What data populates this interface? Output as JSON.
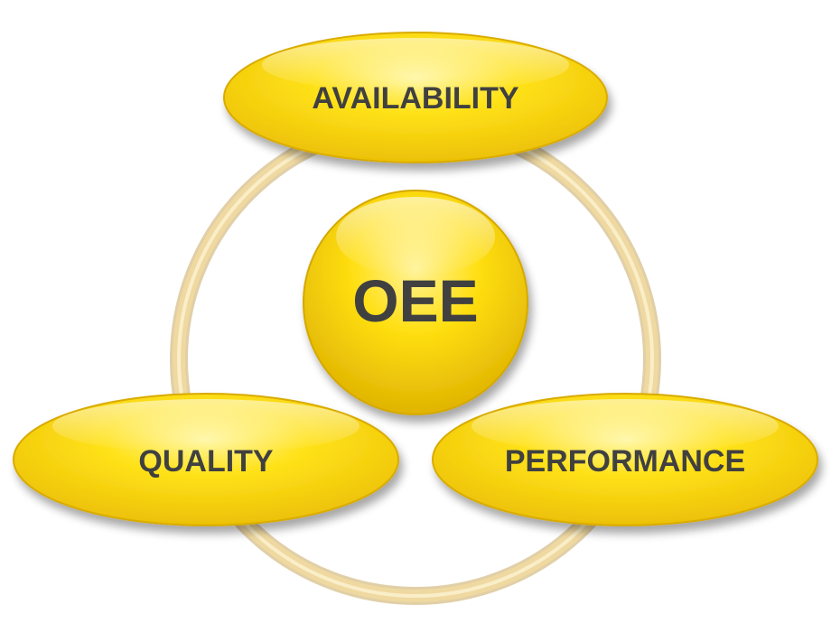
{
  "center": {
    "label": "OEE"
  },
  "nodes": [
    {
      "id": "availability",
      "label": "AVAILABILITY"
    },
    {
      "id": "quality",
      "label": "QUALITY"
    },
    {
      "id": "performance",
      "label": "PERFORMANCE"
    }
  ],
  "colors": {
    "node_fill": "#ffd400",
    "node_edge": "#d7a900",
    "ring": "#e3c985",
    "text": "#3f3f3f"
  }
}
